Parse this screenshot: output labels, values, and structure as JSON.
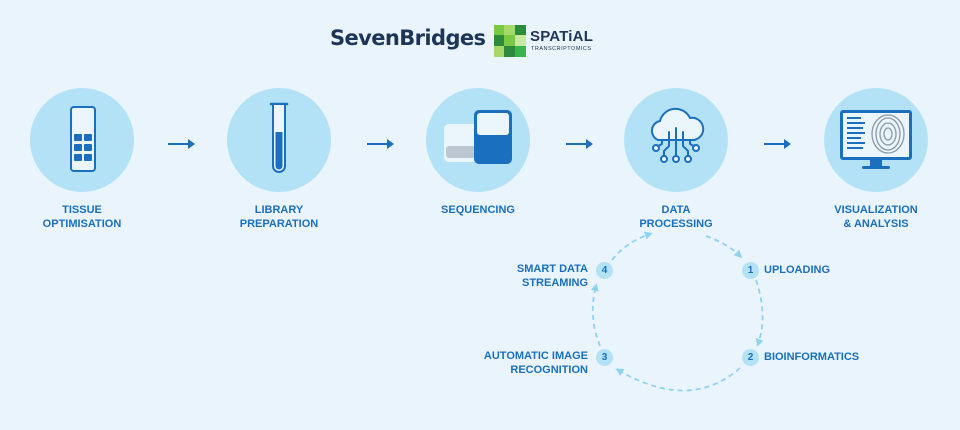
{
  "logos": {
    "sevenbridges": "SevenBridges",
    "spatial_name": "SPATiAL",
    "spatial_sub": "TRANSCRIPTOMICS"
  },
  "steps": [
    {
      "label": "TISSUE\nOPTIMISATION",
      "icon": "tissue-slide-icon"
    },
    {
      "label": "LIBRARY\nPREPARATION",
      "icon": "test-tube-icon"
    },
    {
      "label": "SEQUENCING",
      "icon": "sequencer-icon"
    },
    {
      "label": "DATA\nPROCESSING",
      "icon": "cloud-network-icon"
    },
    {
      "label": "VISUALIZATION\n& ANALYSIS",
      "icon": "monitor-fingerprint-icon"
    }
  ],
  "cycle": [
    {
      "number": "1",
      "label": "UPLOADING"
    },
    {
      "number": "2",
      "label": "BIOINFORMATICS"
    },
    {
      "number": "3",
      "label": "AUTOMATIC IMAGE\nRECOGNITION"
    },
    {
      "number": "4",
      "label": "SMART DATA\nSTREAMING"
    }
  ],
  "colors": {
    "background": "#eaf4fc",
    "circle": "#b3e2f6",
    "primary_blue": "#1a6fbf",
    "navy": "#1d3557",
    "green_light": "#7ac943",
    "green_dark": "#39b54a"
  }
}
